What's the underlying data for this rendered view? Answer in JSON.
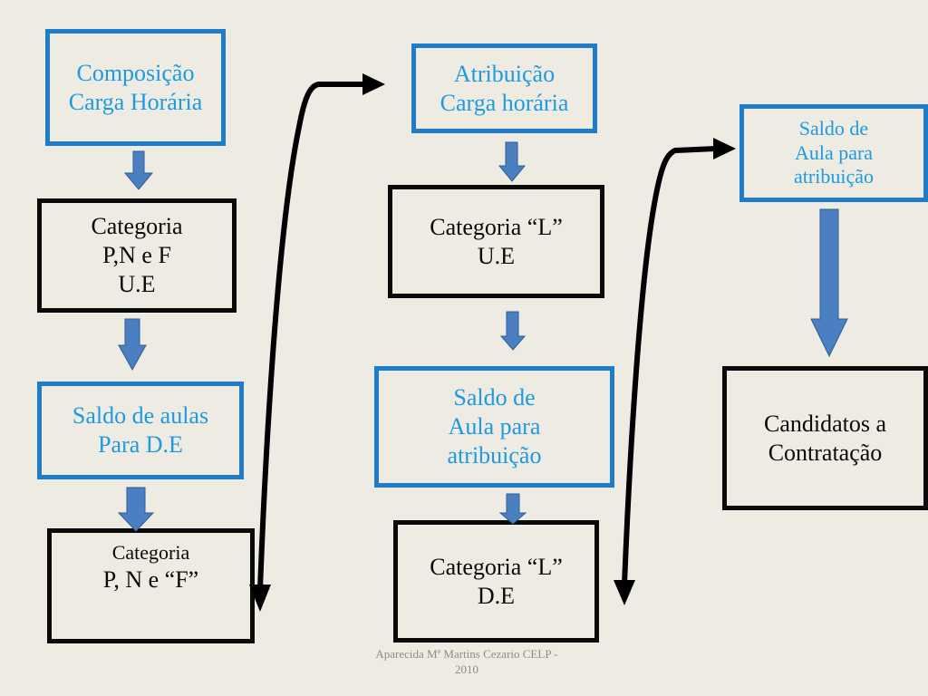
{
  "col1": {
    "composicao": "Composição\nCarga Horária",
    "categoria_pnf": "Categoria\nP,N e F\nU.E",
    "saldo_de": "Saldo de aulas\nPara D.E",
    "categoria_pnf2_line1": "Categoria",
    "categoria_pnf2_line2": "P, N e “F”"
  },
  "col2": {
    "atribuicao": "Atribuição\nCarga horária",
    "categoria_l_ue": "Categoria “L”\nU.E",
    "saldo_aula": "Saldo de\nAula para\natribuição",
    "categoria_l_de": "Categoria “L”\nD.E"
  },
  "col3": {
    "saldo_aula": "Saldo de\nAula para\natribuição",
    "candidatos": "Candidatos a\nContratação"
  },
  "footer": {
    "text": "Aparecida Mª Martins Cezario   CELP -\n2010"
  },
  "colors": {
    "background": "#EEEBE3",
    "blue_border": "#1F7CC8",
    "blue_text": "#1E9BE0",
    "arrow_fill": "#4A7FC1"
  }
}
